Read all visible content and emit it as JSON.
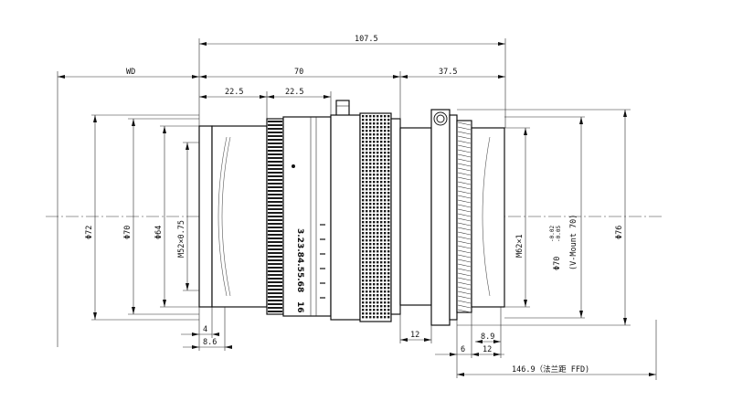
{
  "dimensions": {
    "top_total": "107.5",
    "wd": "WD",
    "length_70": "70",
    "length_37_5": "37.5",
    "seg_22_5_a": "22.5",
    "seg_22_5_b": "22.5",
    "dia_72": "Φ72",
    "dia_70": "Φ70",
    "dia_64": "Φ64",
    "thread_m52": "M52×0.75",
    "bot_4": "4",
    "bot_8_6": "8.6",
    "bot_12_a": "12",
    "bot_6": "6",
    "bot_12_b": "12",
    "bot_8_9": "8.9",
    "ffd": "146.9（法兰距 FFD)",
    "thread_m62": "M62×1",
    "mount_dia": "Φ70",
    "tol_upper": "-0.02",
    "tol_lower": "-0.05",
    "mount_name": "(V-Mount 70)",
    "dia_76": "Φ76"
  },
  "aperture_scale": {
    "marks": [
      "3.2",
      "3.8",
      "4.5",
      "5.6",
      "8",
      "16"
    ]
  }
}
